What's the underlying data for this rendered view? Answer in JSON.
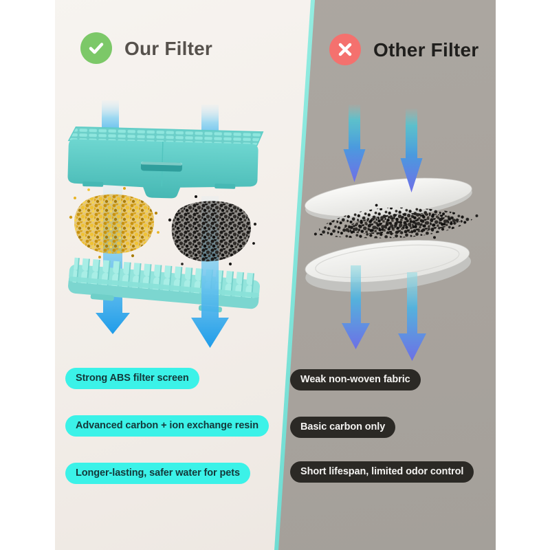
{
  "page": {
    "background": "#ffffff"
  },
  "comparison": {
    "divider_color": "#7fe6da",
    "left": {
      "title": "Our Filter",
      "badge": {
        "icon": "check-icon",
        "color": "#7cc868"
      },
      "panel_color": "#f2eee9",
      "flow_icon": "down-arrow",
      "arrow_color_top": "#cfeaf8",
      "arrow_color_bottom": "#1e9ce9",
      "pill_bg": "#3bf2e8",
      "pill_text_color": "#14383a",
      "labels": [
        "Strong ABS filter screen",
        "Advanced carbon + ion exchange resin",
        "Longer-lasting, safer water for pets"
      ]
    },
    "right": {
      "title": "Other Filter",
      "badge": {
        "icon": "x-icon",
        "color": "#f4716e"
      },
      "panel_color": "#a9a49e",
      "flow_icon": "down-arrow",
      "arrow_color_top": "#49c6d6",
      "arrow_color_bottom": "#6f6fe8",
      "pill_bg": "#2b2925",
      "pill_text_color": "#f4f3f1",
      "labels": [
        "Weak non-woven fabric",
        "Basic carbon only",
        "Short lifespan, limited odor control"
      ]
    }
  }
}
